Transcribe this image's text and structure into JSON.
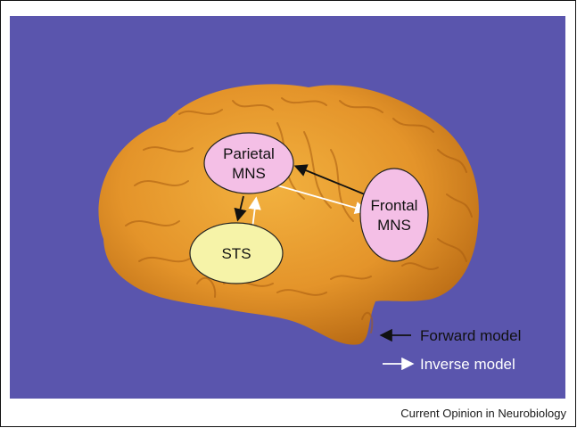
{
  "figure": {
    "background_color": "#5a55ad",
    "brain_color": "#e89a2c",
    "nodes": [
      {
        "id": "parietal",
        "lines": [
          "Parietal",
          "MNS"
        ],
        "fill": "#f4bfe6"
      },
      {
        "id": "frontal",
        "lines": [
          "Frontal",
          "MNS"
        ],
        "fill": "#f4bfe6"
      },
      {
        "id": "sts",
        "lines": [
          "STS"
        ],
        "fill": "#f6f3a8"
      }
    ],
    "legend": {
      "forward": {
        "label": "Forward model",
        "color": "#111111"
      },
      "inverse": {
        "label": "Inverse model",
        "color": "#ffffff"
      }
    }
  },
  "credit": "Current Opinion in Neurobiology"
}
